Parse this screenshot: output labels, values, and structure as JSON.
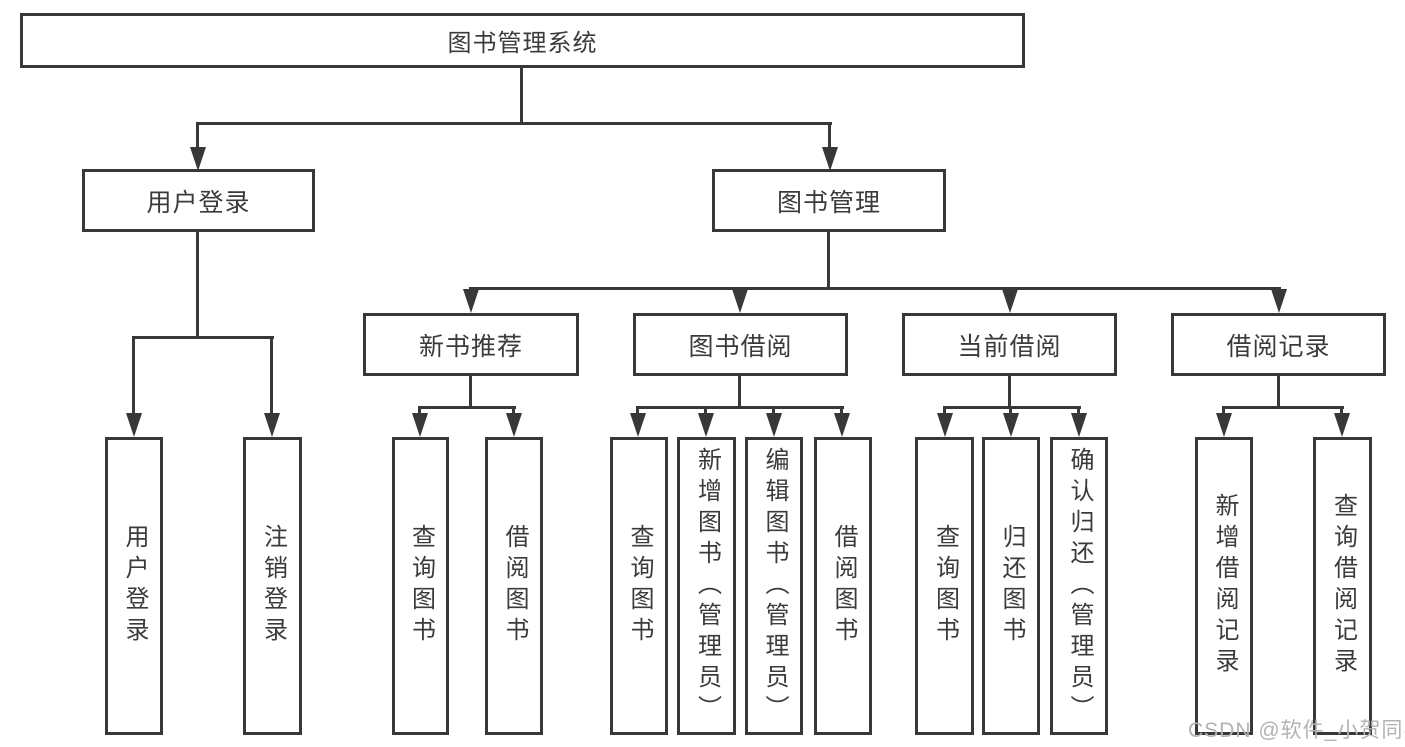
{
  "diagram": {
    "title": "图书管理系统",
    "level2": {
      "user_login": "用户登录",
      "book_management": "图书管理"
    },
    "level3": {
      "new_book_recommend": "新书推荐",
      "book_borrowing": "图书借阅",
      "current_borrowing": "当前借阅",
      "borrowing_records": "借阅记录"
    },
    "leaves": {
      "user_login": [
        "用户登录",
        "注销登录"
      ],
      "new_book_recommend": [
        "查询图书",
        "借阅图书"
      ],
      "book_borrowing": [
        "查询图书",
        "新增图书（管理员）",
        "编辑图书（管理员）",
        "借阅图书"
      ],
      "current_borrowing": [
        "查询图书",
        "归还图书",
        "确认归还（管理员）"
      ],
      "borrowing_records": [
        "新增借阅记录",
        "查询借阅记录"
      ]
    }
  },
  "watermark": "CSDN @软件_小贺同学",
  "colors": {
    "line": "#383838",
    "text": "#3b3b3b",
    "watermark": "#b3b3b3",
    "background": "#ffffff"
  }
}
